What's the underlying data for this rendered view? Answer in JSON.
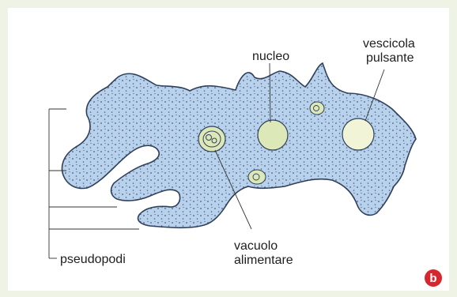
{
  "labels": {
    "nucleus": "nucleo",
    "vesicle_line1": "vescicola",
    "vesicle_line2": "pulsante",
    "vacuole_line1": "vacuolo",
    "vacuole_line2": "alimentare",
    "pseudopods": "pseudopodi"
  },
  "badge": "b",
  "colors": {
    "page_background": "#eef3e6",
    "cell_fill": "#b8d2ee",
    "cell_outline": "#2f3f5a",
    "nucleus_fill": "#dde8b8",
    "vesicle_fill": "#f1f4d6",
    "badge_fill": "#d8262e"
  }
}
